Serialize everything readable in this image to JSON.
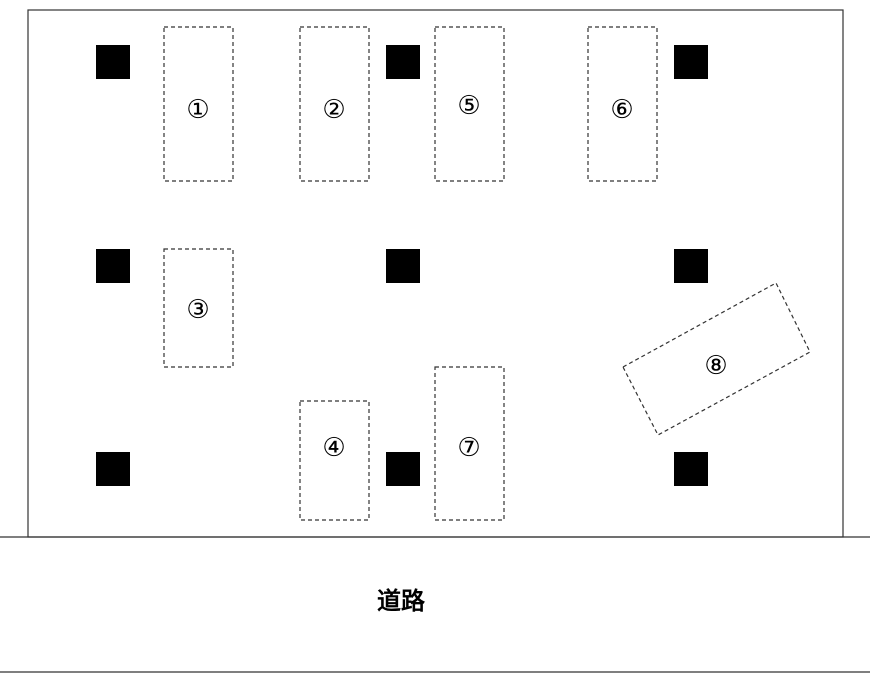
{
  "road_label": "道路",
  "spaces": [
    {
      "id": "1",
      "label": "①"
    },
    {
      "id": "2",
      "label": "②"
    },
    {
      "id": "3",
      "label": "③"
    },
    {
      "id": "4",
      "label": "④"
    },
    {
      "id": "5",
      "label": "⑤"
    },
    {
      "id": "6",
      "label": "⑥"
    },
    {
      "id": "7",
      "label": "⑦"
    },
    {
      "id": "8",
      "label": "⑧"
    }
  ]
}
